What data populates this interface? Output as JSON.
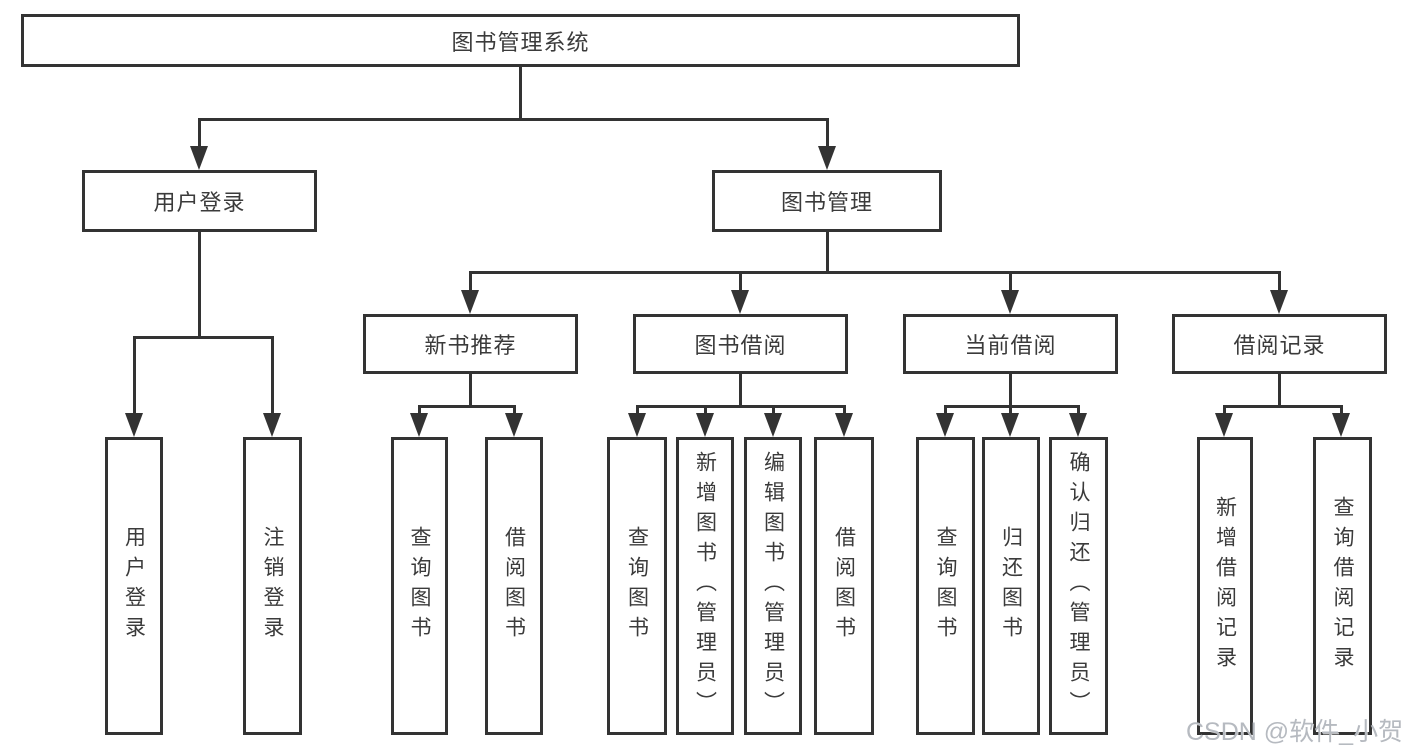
{
  "tree": {
    "label": "图书管理系统",
    "children": [
      {
        "label": "用户登录",
        "children": [
          {
            "label": "用户登录"
          },
          {
            "label": "注销登录"
          }
        ]
      },
      {
        "label": "图书管理",
        "children": [
          {
            "label": "新书推荐",
            "children": [
              {
                "label": "查询图书"
              },
              {
                "label": "借阅图书"
              }
            ]
          },
          {
            "label": "图书借阅",
            "children": [
              {
                "label": "查询图书"
              },
              {
                "label": "新增图书（管理员）"
              },
              {
                "label": "编辑图书（管理员）"
              },
              {
                "label": "借阅图书"
              }
            ]
          },
          {
            "label": "当前借阅",
            "children": [
              {
                "label": "查询图书"
              },
              {
                "label": "归还图书"
              },
              {
                "label": "确认归还（管理员）"
              }
            ]
          },
          {
            "label": "借阅记录",
            "children": [
              {
                "label": "新增借阅记录"
              },
              {
                "label": "查询借阅记录"
              }
            ]
          }
        ]
      }
    ]
  },
  "watermark": {
    "text": "CSDN @软件_小贺同学"
  },
  "colors": {
    "line": "#333333",
    "node_text": "#3b3b3b",
    "node_fill": "#ffffff",
    "watermark": "#b6bac0",
    "background": "#ffffff"
  }
}
